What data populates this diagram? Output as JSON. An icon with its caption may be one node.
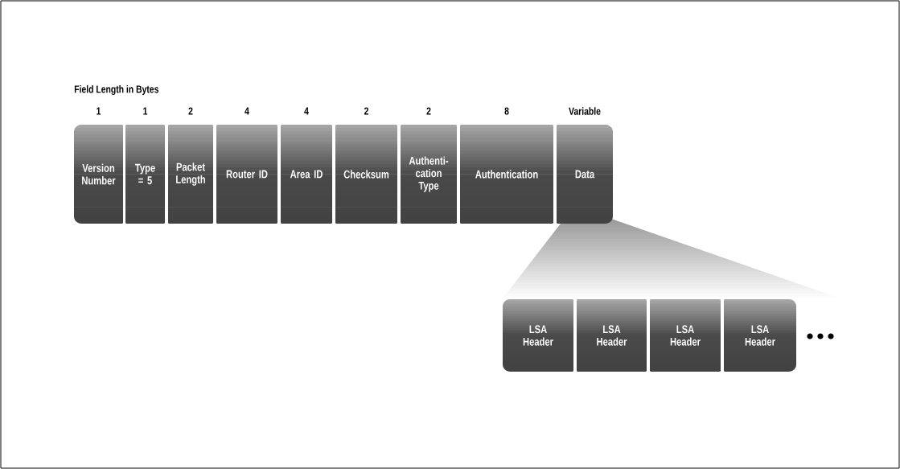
{
  "diagram": {
    "title": "Field Length in Bytes",
    "nodes": [
      {
        "text": [
          "Version Number"
        ]
      },
      {
        "text": [
          "Type = 5"
        ]
      },
      {
        "text": [
          "Packet Length"
        ]
      },
      {
        "text": [
          "Router ID"
        ]
      },
      {
        "text": [
          "Area ID"
        ]
      },
      {
        "text": [
          "Checksum"
        ]
      },
      {
        "text": [
          "Authenti- cation Type"
        ]
      },
      {
        "text": [
          "Authentication"
        ]
      },
      {
        "text": [
          "Data"
        ]
      },
      {
        "text": [
          "LSA Header"
        ]
      },
      {
        "text": [
          "LSA Header"
        ]
      },
      {
        "text": [
          "LSA Header"
        ]
      },
      {
        "text": [
          "LSA Header"
        ]
      }
    ],
    "labels": [
      "1",
      "1",
      "2",
      "4",
      "4",
      "2",
      "2",
      "8",
      "Variable"
    ]
  }
}
